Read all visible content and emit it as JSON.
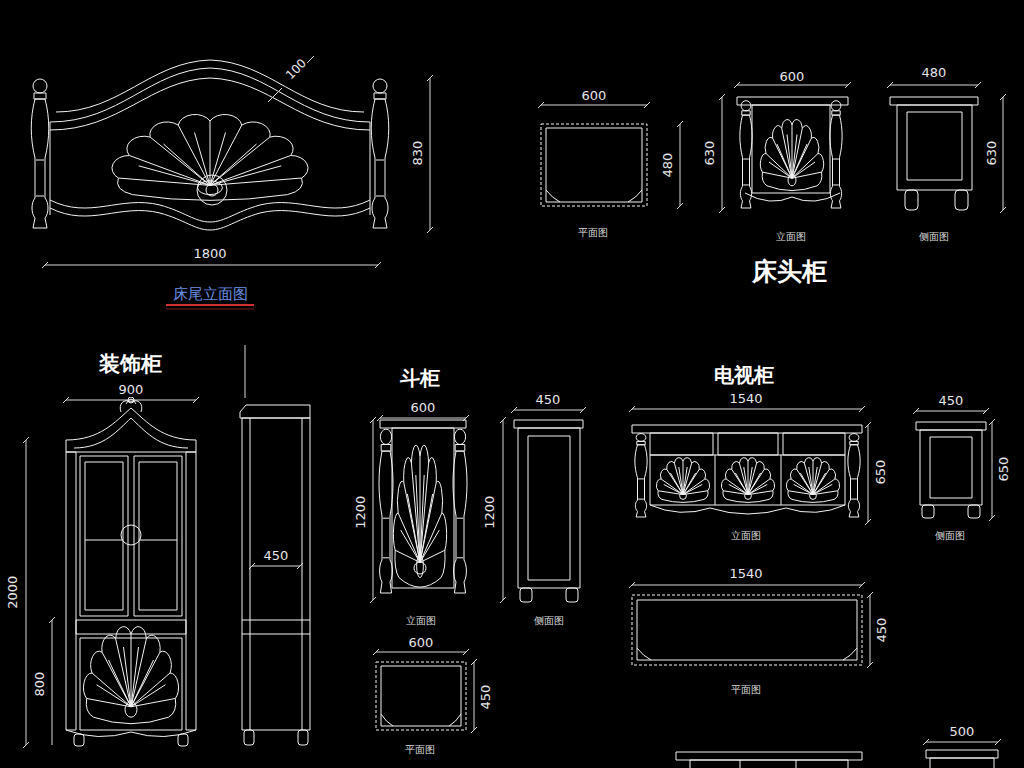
{
  "diagram": {
    "labels": [
      "830",
      "1800",
      "100",
      "床尾立面图",
      "600",
      "480",
      "平面图",
      "600",
      "630",
      "立面图",
      "480",
      "630",
      "侧面图",
      "床头柜",
      "装饰柜",
      "900",
      "2000",
      "800",
      "450",
      "斗柜",
      "600",
      "1200",
      "1200",
      "450",
      "立面图",
      "侧面图",
      "600",
      "450",
      "平面图",
      "电视柜",
      "1540",
      "650",
      "立面图",
      "450",
      "650",
      "侧面图",
      "1540",
      "450",
      "平面图",
      "500"
    ]
  }
}
